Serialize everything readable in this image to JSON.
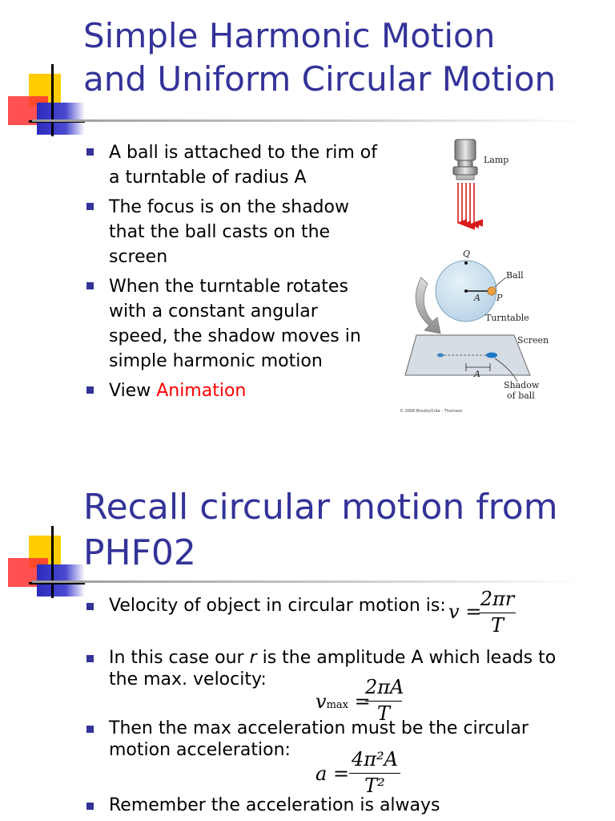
{
  "slide1": {
    "title_line1": "Simple Harmonic Motion",
    "title_line2": "and Uniform Circular Motion",
    "bullets": [
      "A ball is attached to the rim of a turntable of radius A",
      "The focus is on the shadow that the ball casts on the screen",
      "When the turntable rotates with a constant angular speed, the shadow moves in simple harmonic motion"
    ],
    "view_prefix": "View ",
    "view_link": "Animation",
    "figure": {
      "lamp": "Lamp",
      "q": "Q",
      "ball": "Ball",
      "a": "A",
      "p": "P",
      "turntable": "Turntable",
      "screen": "Screen",
      "a2": "A",
      "shadow_line1": "Shadow",
      "shadow_line2": "of ball",
      "copyright": "© 2006 Brooks/Cole - Thomson"
    },
    "colors": {
      "title": "#333399",
      "link": "#ff0000",
      "bullet": "#333399"
    }
  },
  "slide2": {
    "title_line1": "Recall circular motion from",
    "title_line2": "PHF02",
    "bullet1": "Velocity of object in circular motion is:",
    "bullet2_pre": "In this case our ",
    "bullet2_var": "r",
    "bullet2_post": " is the amplitude A which leads to the max. velocity:",
    "bullet3": "Then the max acceleration must be the circular motion acceleration:",
    "bullet4": "Remember the acceleration is always",
    "eq1": {
      "lhs": "v =",
      "num": "2πr",
      "den": "T"
    },
    "eq2": {
      "lhs": "v",
      "sub": "max",
      "eq": "=",
      "num": "2πA",
      "den": "T"
    },
    "eq3": {
      "lhs": "a =",
      "num": "4π²A",
      "den": "T²"
    }
  }
}
